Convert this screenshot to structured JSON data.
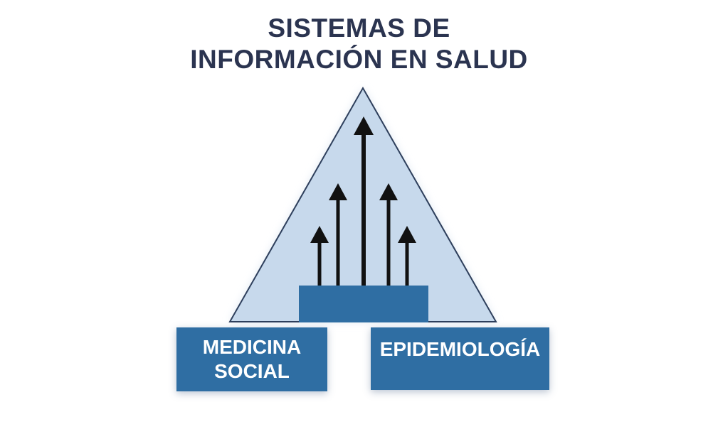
{
  "title": {
    "line1": "SISTEMAS DE",
    "line2": "INFORMACIÓN EN SALUD"
  },
  "boxes": {
    "left": {
      "line1": "MEDICINA",
      "line2": "SOCIAL"
    },
    "right": {
      "line1": "EPIDEMIOLOGÍA"
    }
  },
  "colors": {
    "title_text": "#2b3450",
    "triangle_fill": "#c7d9ec",
    "triangle_stroke": "#2e3f5c",
    "box_fill": "#2f6ea3",
    "box_text": "#ffffff",
    "arrow": "#111111"
  },
  "icons": [
    "arrow-up-icon"
  ]
}
